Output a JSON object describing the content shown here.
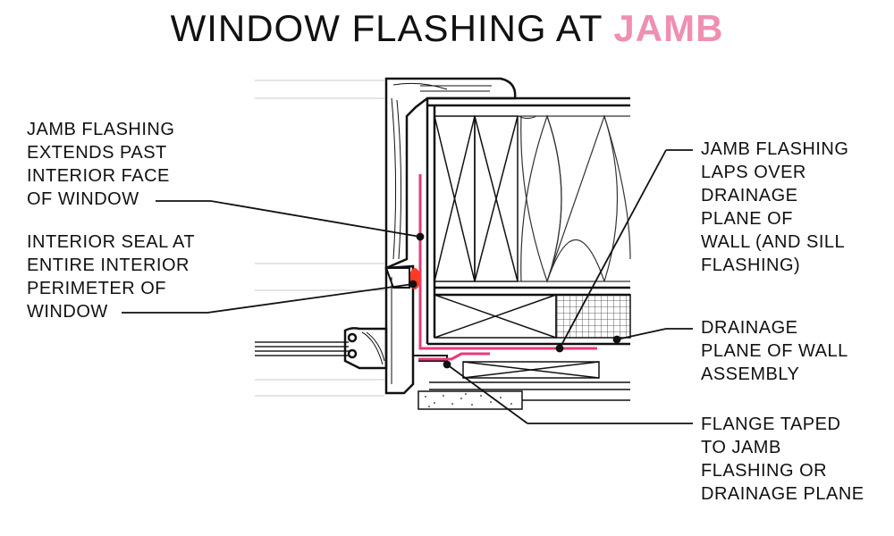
{
  "title": {
    "prefix": "WINDOW FLASHING AT ",
    "highlight": "JAMB"
  },
  "colors": {
    "accent": "#ef8fb1",
    "flashing": "#e8397a",
    "seal": "#ff3b1f",
    "ink": "#111111"
  },
  "callouts": {
    "left_top": [
      "JAMB FLASHING",
      "EXTENDS PAST",
      "INTERIOR FACE",
      "OF WINDOW"
    ],
    "left_mid": [
      "INTERIOR SEAL AT",
      "ENTIRE INTERIOR",
      "PERIMETER OF",
      "WINDOW"
    ],
    "right_top": [
      "JAMB FLASHING",
      "LAPS OVER",
      "DRAINAGE",
      "PLANE OF",
      "WALL (AND SILL",
      "FLASHING)"
    ],
    "right_mid": [
      "DRAINAGE",
      "PLANE OF WALL",
      "ASSEMBLY"
    ],
    "right_bottom": [
      "FLANGE TAPED",
      "TO JAMB",
      "FLASHING OR",
      "DRAINAGE PLANE"
    ]
  }
}
